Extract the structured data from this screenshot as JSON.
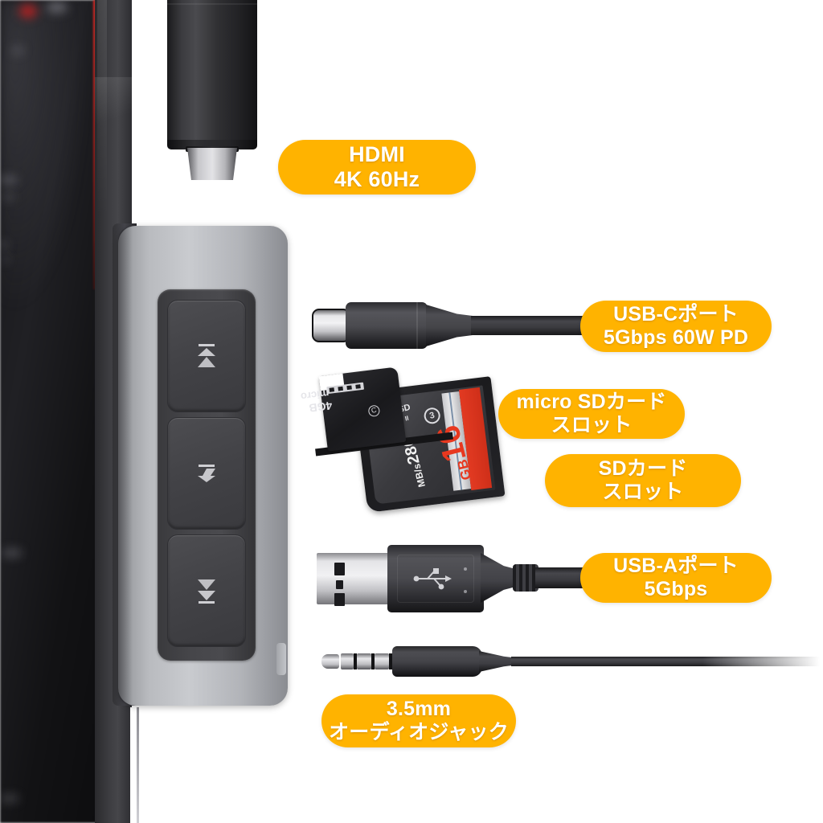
{
  "accent_color": "#FFB300",
  "background_color": "#FFFFFF",
  "device": {
    "name": "usb-c-hub-dock",
    "body_color": "#BCBEC2",
    "slots": [
      {
        "name": "slot-top",
        "icon": "double-arrow-up-icon"
      },
      {
        "name": "slot-middle",
        "icon": "arrow-up-bar-icon"
      },
      {
        "name": "slot-bottom",
        "icon": "double-arrow-down-icon"
      }
    ]
  },
  "connectors": {
    "hdmi": {
      "label": "hdmi-connector",
      "color": "#2B2B2F"
    },
    "usb_c": {
      "label": "usb-c-connector",
      "color": "#3A3A3E"
    },
    "usb_a": {
      "label": "usb-a-connector",
      "color": "#3A3A3E"
    },
    "audio": {
      "label": "audio-jack-connector",
      "color": "#3A3A3E"
    }
  },
  "sd_card": {
    "capacity": "16",
    "capacity_unit": "GB",
    "speed": "280",
    "speed_unit": "MB/s",
    "logo": "SD",
    "bus": "II",
    "speed_class": "3",
    "stripe_color": "#E23A22"
  },
  "micro_sd_card": {
    "brand": "micro",
    "logo": "SD",
    "capacity": "4GB",
    "class_mark": "C"
  },
  "callouts": [
    {
      "id": "hdmi",
      "line1": "HDMI",
      "line2": "4K 60Hz"
    },
    {
      "id": "usb_c",
      "line1": "USB-Cポート",
      "line2": "5Gbps 60W PD"
    },
    {
      "id": "micro_sd",
      "line1": "micro SDカード",
      "line2": "スロット"
    },
    {
      "id": "sd",
      "line1": "SDカード",
      "line2": "スロット"
    },
    {
      "id": "usb_a",
      "line1": "USB-Aポート",
      "line2": "5Gbps"
    },
    {
      "id": "audio",
      "line1": "3.5mm",
      "line2": "オーディオジャック"
    }
  ]
}
